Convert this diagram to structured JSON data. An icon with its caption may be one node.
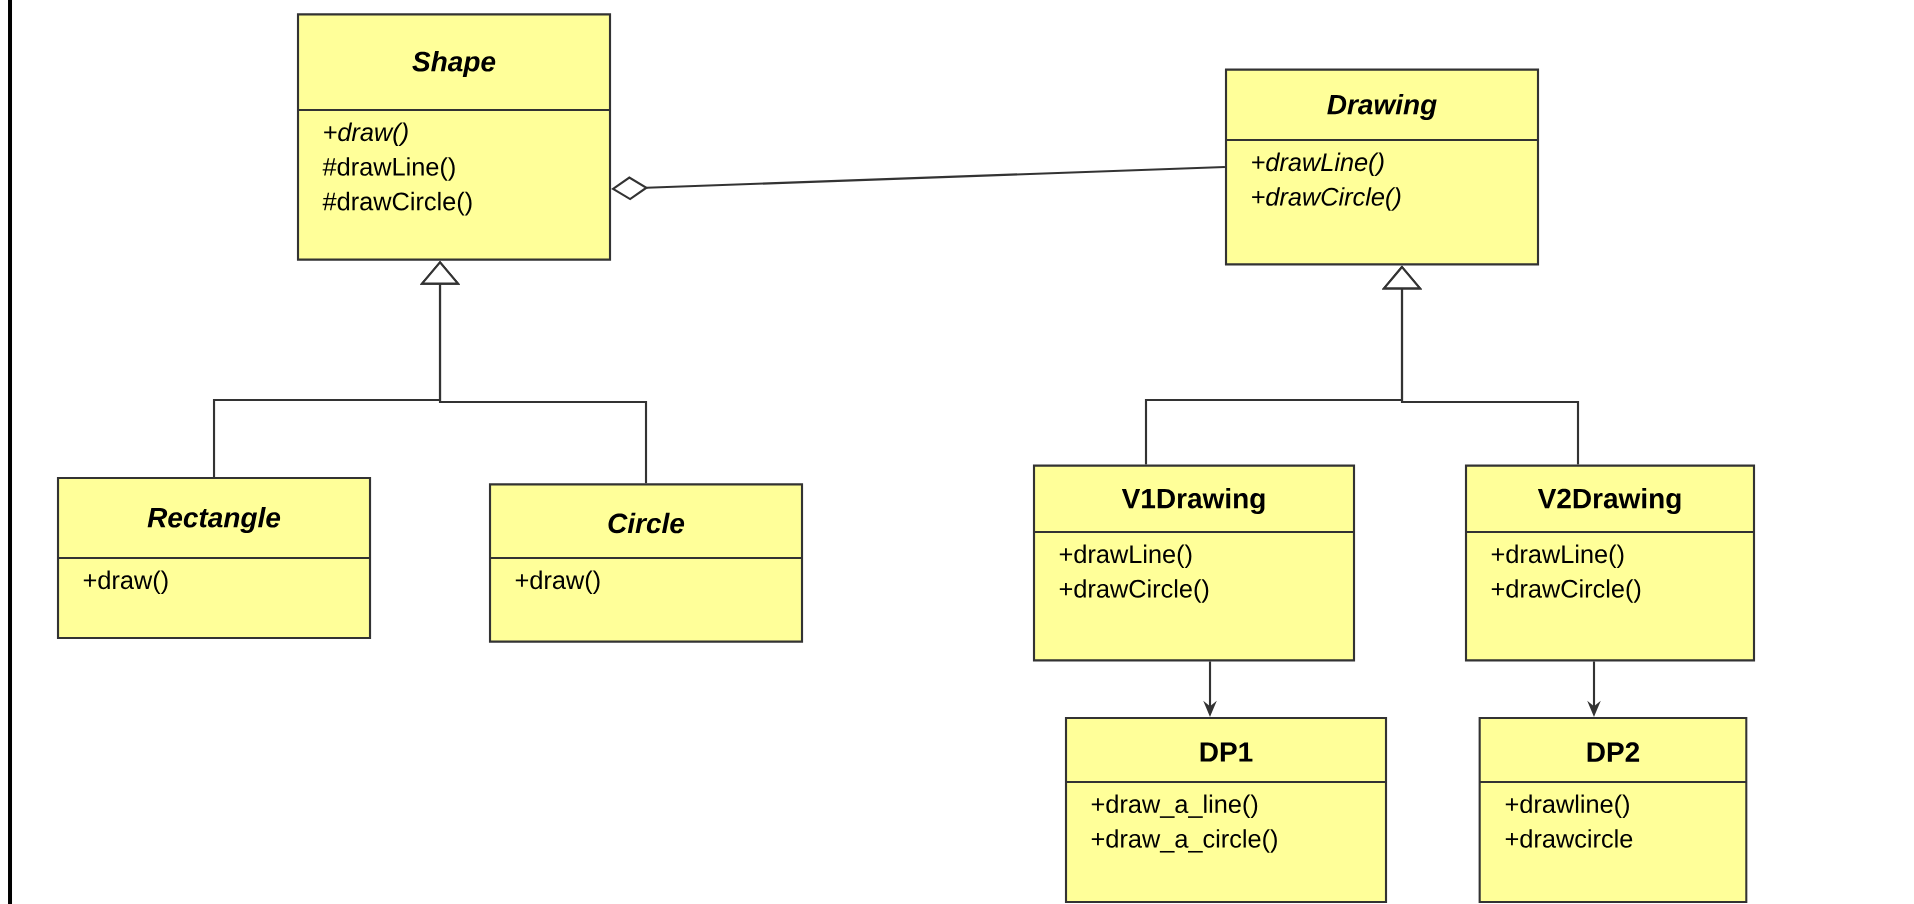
{
  "diagram": {
    "nodes": [
      {
        "text": [
          "Shape",
          "+draw()",
          "#drawLine()",
          "#drawCircle()"
        ]
      },
      {
        "text": [
          "Drawing",
          "+drawLine()",
          "+drawCircle()"
        ]
      },
      {
        "text": [
          "Rectangle",
          "+draw()"
        ]
      },
      {
        "text": [
          "Circle",
          "+draw()"
        ]
      },
      {
        "text": [
          "V1Drawing",
          "+drawLine()",
          "+drawCircle()"
        ]
      },
      {
        "text": [
          "V2Drawing",
          "+drawLine()",
          "+drawCircle()"
        ]
      },
      {
        "text": [
          "DP1",
          "+draw_a_line()",
          "+draw_a_circle()"
        ]
      },
      {
        "text": [
          "DP2",
          "+drawline()",
          "+drawcircle"
        ]
      }
    ],
    "edges": [
      {
        "from": 2,
        "to": 0,
        "arrow": "to"
      },
      {
        "from": 3,
        "to": 0,
        "arrow": "to"
      },
      {
        "from": 0,
        "to": 1,
        "arrow": "other"
      },
      {
        "from": 4,
        "to": 1,
        "arrow": "to"
      },
      {
        "from": 5,
        "to": 1,
        "arrow": "to"
      },
      {
        "from": 4,
        "to": 6,
        "arrow": "to"
      },
      {
        "from": 5,
        "to": 7,
        "arrow": "to"
      }
    ]
  }
}
